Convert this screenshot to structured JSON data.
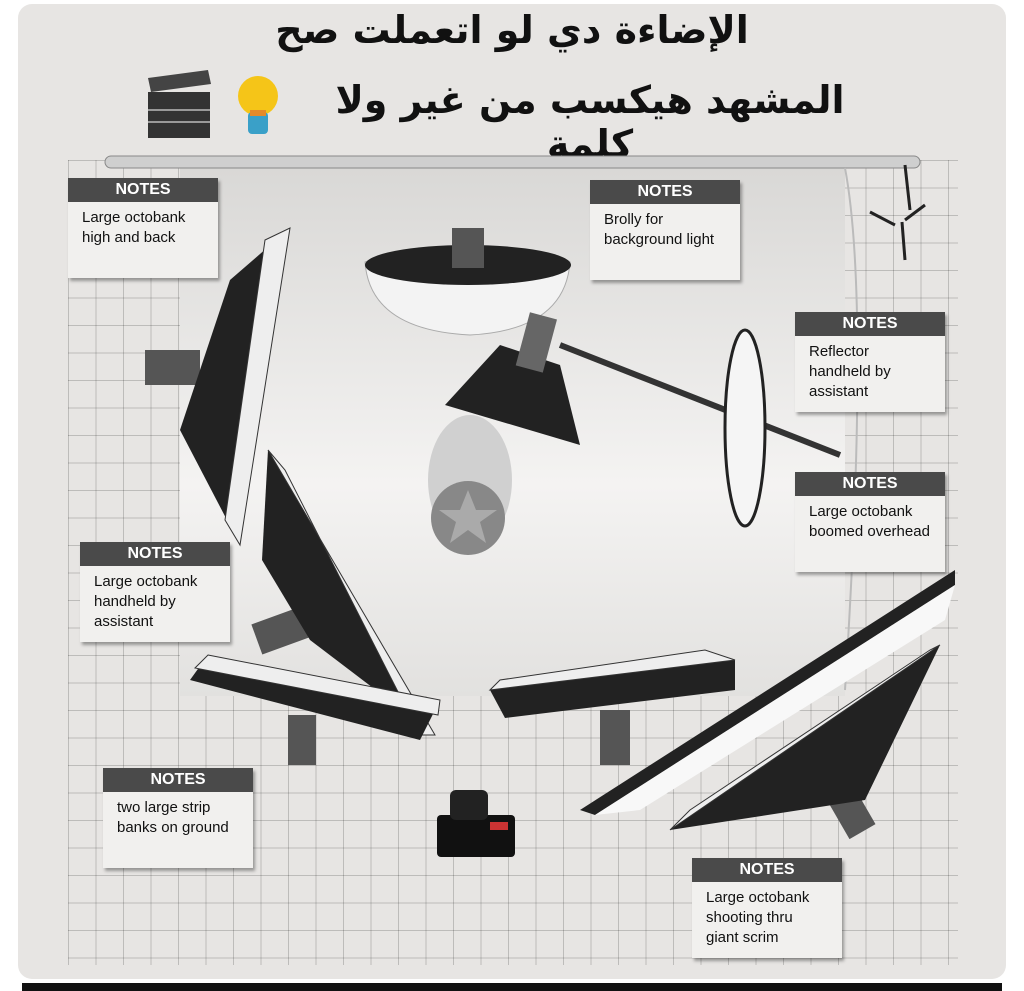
{
  "title": {
    "line1": "الإضاءة دي لو اتعملت صح",
    "line2": "المشهد هيكسب من غير ولا كلمة"
  },
  "icons": [
    "clapperboard-icon",
    "lightbulb-icon",
    "camera-icon",
    "star-subject-icon"
  ],
  "notes": [
    {
      "header": "NOTES",
      "text": "Large octobank high and back"
    },
    {
      "header": "NOTES",
      "text": "Brolly for background light"
    },
    {
      "header": "NOTES",
      "text": "Reflector handheld by assistant"
    },
    {
      "header": "NOTES",
      "text": "Large octobank boomed overhead"
    },
    {
      "header": "NOTES",
      "text": "Large octobank handheld by assistant"
    },
    {
      "header": "NOTES",
      "text": "two large strip banks on ground"
    },
    {
      "header": "NOTES",
      "text": "Large octobank shooting thru giant scrim"
    }
  ]
}
